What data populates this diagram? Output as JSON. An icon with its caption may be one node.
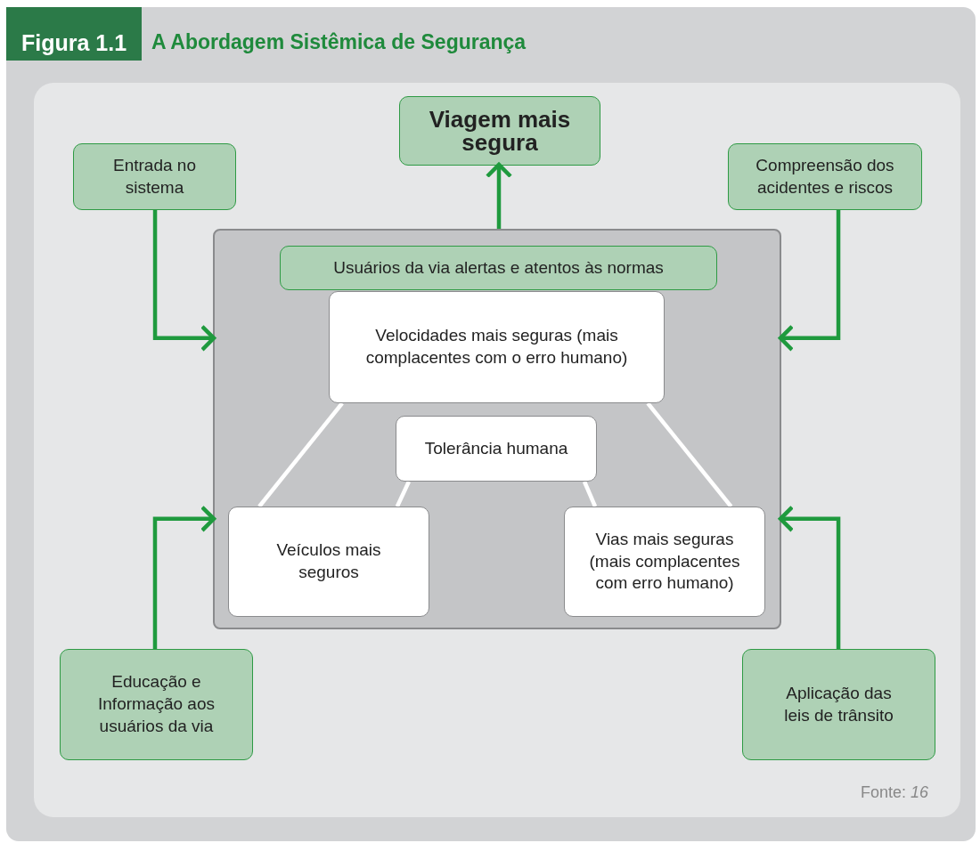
{
  "diagram": {
    "title": "A Abordagem Sistêmica de Segurança",
    "caption": "Fonte: *16*",
    "nodes": [
      {
        "text": [
          "Viagem mais segura"
        ]
      },
      {
        "text": [
          "Entrada no sistema"
        ]
      },
      {
        "text": [
          "Compreensão dos acidentes e riscos"
        ]
      },
      {
        "text": [],
        "shape": "box"
      },
      {
        "text": [
          "Usuários da via alertas e atentos às normas"
        ],
        "in": 3
      },
      {
        "text": [
          "Velocidades mais seguras (mais complacentes com o erro humano)"
        ],
        "in": 3
      },
      {
        "text": [
          "Tolerância humana"
        ],
        "in": 3
      },
      {
        "text": [
          "Veículos mais seguros"
        ],
        "in": 3
      },
      {
        "text": [
          "Vias mais seguras (mais complacentes com erro humano)"
        ],
        "in": 3
      },
      {
        "text": [
          "Educação e Informação aos usuários da via"
        ]
      },
      {
        "text": [
          "Aplicação das leis de trânsito"
        ]
      }
    ],
    "edges": [
      {
        "from": 3,
        "to": 0,
        "arrow": "to"
      },
      {
        "from": 1,
        "to": 3,
        "arrow": "to"
      },
      {
        "from": 2,
        "to": 3,
        "arrow": "to"
      },
      {
        "from": 9,
        "to": 3,
        "arrow": "to"
      },
      {
        "from": 10,
        "to": 3,
        "arrow": "to"
      },
      {
        "from": 5,
        "to": 7,
        "arrow": "none",
        "color": "#ffffff"
      },
      {
        "from": 5,
        "to": 8,
        "arrow": "none",
        "color": "#ffffff"
      },
      {
        "from": 6,
        "to": 7,
        "arrow": "none",
        "color": "#ffffff"
      },
      {
        "from": 6,
        "to": 8,
        "arrow": "none",
        "color": "#ffffff"
      }
    ],
    "labels": [
      "Figura 1.1"
    ]
  }
}
